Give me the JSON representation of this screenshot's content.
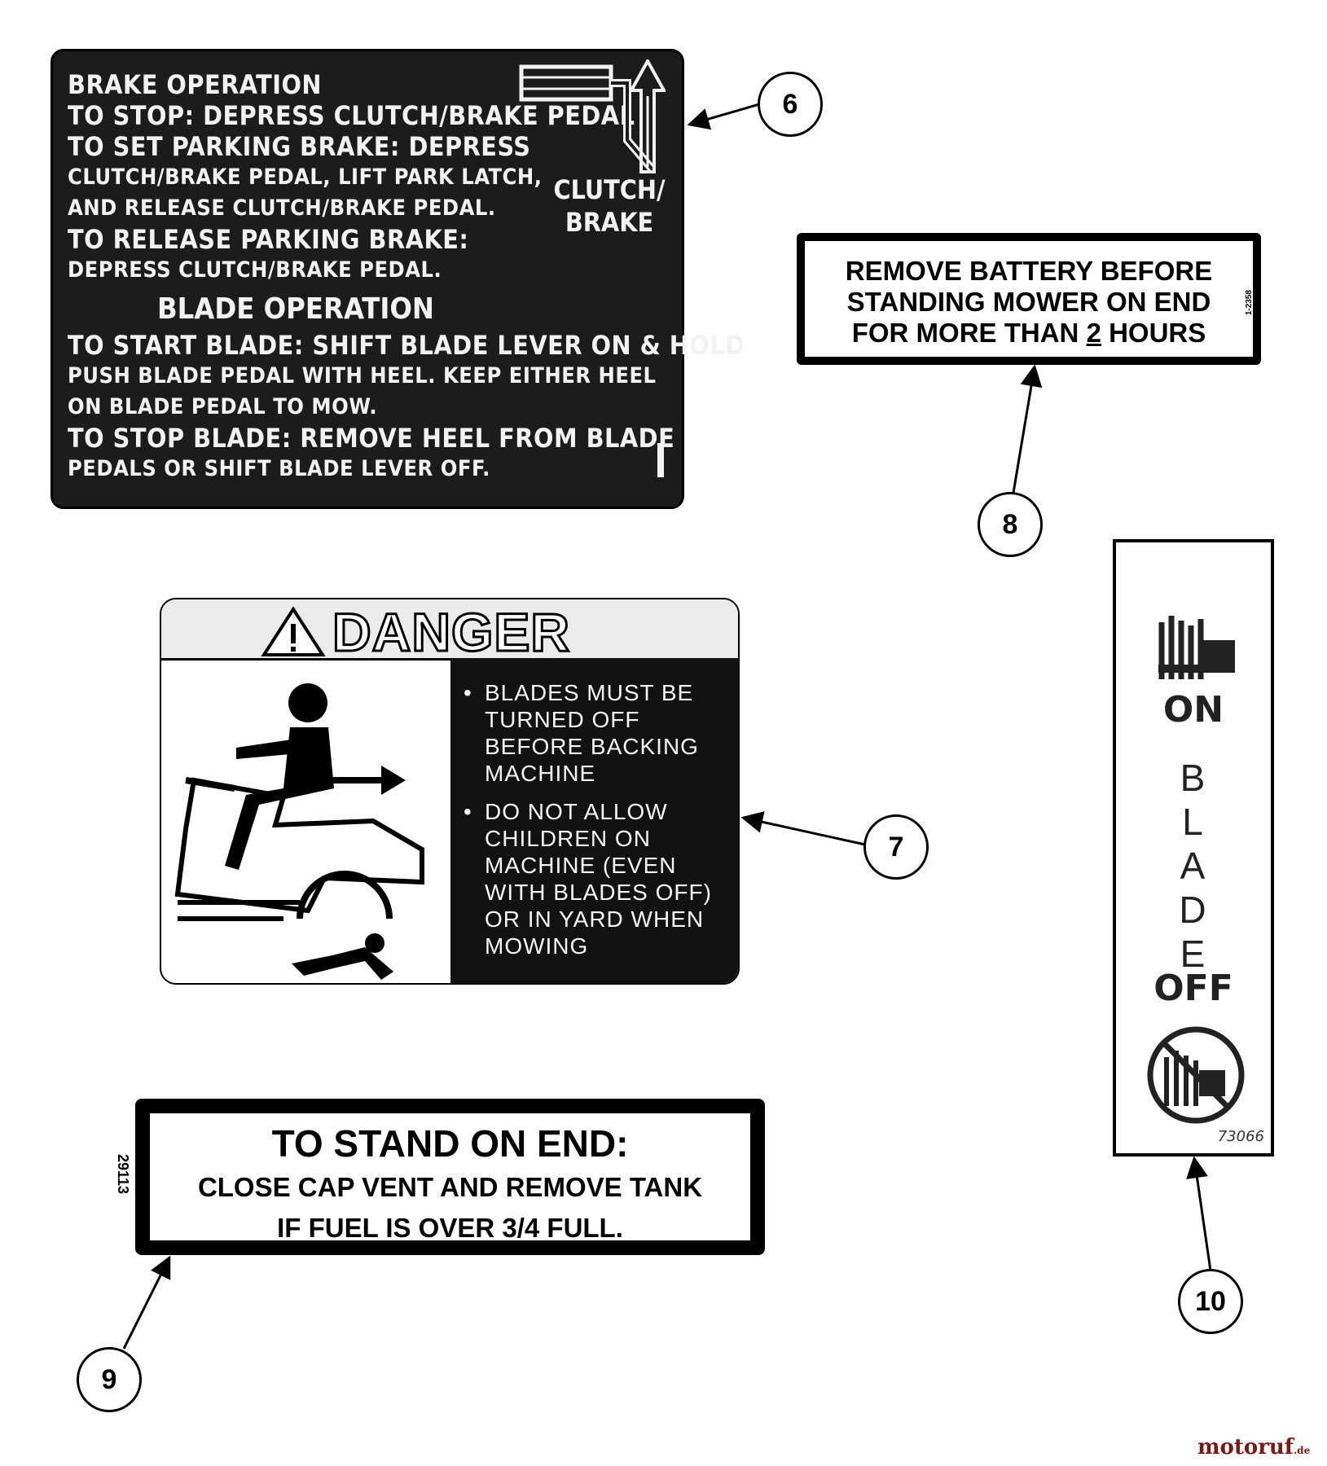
{
  "decal_6": {
    "brake_title": "BRAKE OPERATION",
    "lines": [
      "TO STOP: DEPRESS CLUTCH/BRAKE PEDAL",
      "TO SET PARKING BRAKE: DEPRESS",
      "CLUTCH/BRAKE PEDAL, LIFT PARK LATCH,",
      "AND RELEASE CLUTCH/BRAKE PEDAL.",
      "TO RELEASE PARKING BRAKE:",
      "DEPRESS CLUTCH/BRAKE PEDAL."
    ],
    "clutch_label_1": "CLUTCH/",
    "clutch_label_2": "BRAKE",
    "blade_title": "BLADE OPERATION",
    "blade_lines": [
      "TO START BLADE: SHIFT BLADE LEVER ON & HOLD",
      "PUSH BLADE PEDAL WITH HEEL. KEEP EITHER HEEL",
      "ON BLADE PEDAL TO MOW.",
      "TO STOP BLADE: REMOVE HEEL FROM BLADE",
      "PEDALS OR SHIFT BLADE LEVER OFF."
    ]
  },
  "decal_8": {
    "lines": [
      "REMOVE BATTERY BEFORE",
      "STANDING MOWER ON END"
    ],
    "line3_before": "FOR MORE THAN ",
    "line3_underlined": "2",
    "line3_after": " HOURS",
    "part_number": "1-2358"
  },
  "decal_7": {
    "header": "DANGER",
    "bullet_1": "BLADES MUST BE TURNED OFF BEFORE BACKING MACHINE",
    "bullet_2": "DO NOT ALLOW CHILDREN ON MACHINE (EVEN WITH BLADES OFF) OR IN YARD WHEN MOWING"
  },
  "decal_9": {
    "line_1": "TO STAND ON END:",
    "line_2": "CLOSE CAP VENT AND REMOVE TANK",
    "line_3": "IF FUEL IS OVER 3/4 FULL.",
    "part_number": "29113"
  },
  "decal_10": {
    "on": "ON",
    "blade_letters": [
      "B",
      "L",
      "A",
      "D",
      "E"
    ],
    "off": "OFF",
    "part_number": "73066"
  },
  "callouts": [
    "6",
    "7",
    "8",
    "9",
    "10"
  ],
  "watermark": {
    "text": "motoruf",
    "ext": ".de",
    "color": "#7a1a14"
  }
}
